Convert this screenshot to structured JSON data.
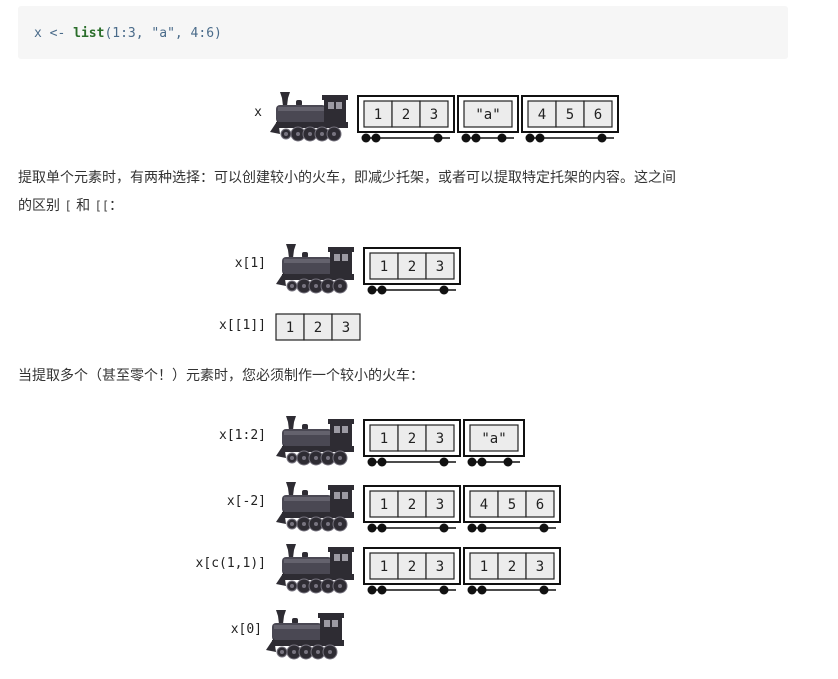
{
  "code": {
    "prefix": "x <- ",
    "fn": "list",
    "args": "(1:3, \"a\", 4:6)"
  },
  "diagrams": {
    "x_label": "x",
    "x1_label": "x[1]",
    "x11_label": "x[[1]]",
    "x12_label": "x[1:2]",
    "xneg2_label": "x[-2]",
    "xc11_label": "x[c(1,1)]",
    "x0_label": "x[0]"
  },
  "text": {
    "para1_a": "提取单个元素时，有两种选择：可以创建较小的火车，即减少托架，或者可以提取特定托架的内容。这之间",
    "para1_b": "的区别",
    "op_single": "[",
    "and": "和",
    "op_double": "[[",
    "colon": "：",
    "para2": "当提取多个（甚至零个！）元素时，您必须制作一个较小的火车："
  },
  "cells": {
    "v123": [
      "1",
      "2",
      "3"
    ],
    "va": [
      "\"a\""
    ],
    "v456": [
      "4",
      "5",
      "6"
    ]
  }
}
